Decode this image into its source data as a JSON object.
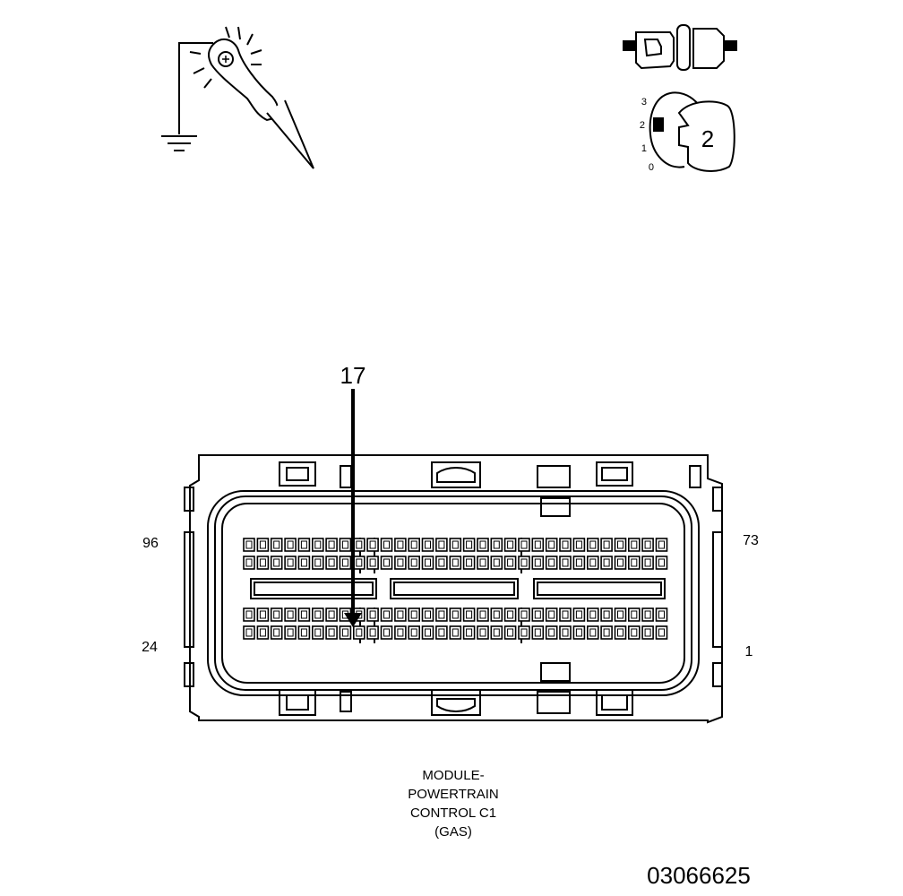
{
  "icons": {
    "probe": "ground-probe-test-light-icon",
    "connector": "backprobe-connector-icon",
    "switch": "ignition-switch-icon"
  },
  "switch_positions": [
    "3",
    "2",
    "1",
    "0"
  ],
  "switch_setting": "2",
  "callout": {
    "pin": "17"
  },
  "pin_labels": {
    "top_left": "96",
    "top_right": "73",
    "bottom_left": "24",
    "bottom_right": "1"
  },
  "caption": [
    "MODULE-",
    "POWERTRAIN",
    "CONTROL C1",
    "(GAS)"
  ],
  "figure_id": "03066625"
}
